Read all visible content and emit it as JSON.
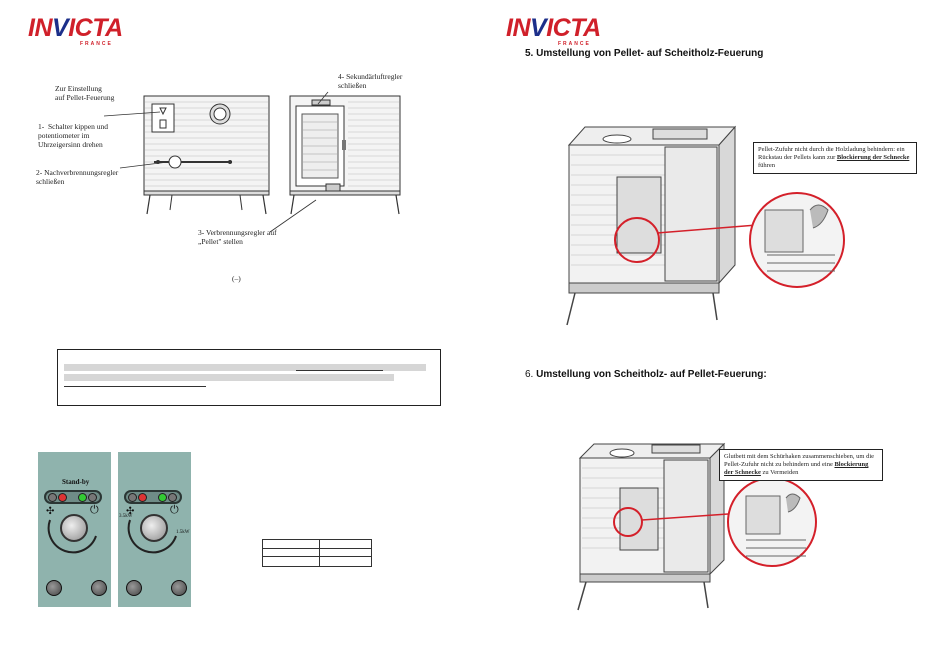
{
  "logo": {
    "text_a": "IN",
    "text_b": "V",
    "text_c": "ICTA",
    "sub": "FRANCE"
  },
  "left": {
    "pellet_setting": "Zur Einstellung\nauf Pellet-Feuerung",
    "step1": "1-  Schalter kippen und\npotentiometer im\nUhrzeigersinn drehen",
    "step2": "2- Nachverbrennungsregler\nschließen",
    "step3": "3- Verbrennungsregler auf\n„Pellet\" stellen",
    "step4": "4- Sekundärluftregler\nschließen",
    "figure_mark": "(–)",
    "panel1_label": "Stand-by",
    "panel2_label_left": "3.5kW",
    "panel2_label_right": "1.5kW"
  },
  "right": {
    "heading5": "5.  Umstellung von Pellet- auf Scheitholz-Feuerung",
    "callout5_text": "Pellet-Zufuhr nicht durch die Holzladung behindern: ein Rückstau der Pellets kann zur",
    "callout5_bold": "Blockierung der Schnecke",
    "callout5_tail": " führen",
    "heading6_num": "6.",
    "heading6": "Umstellung von Scheitholz- auf Pellet-Feuerung:",
    "callout6_text": "Glutbett mit dem Schürhaken zusammenschieben, um die Pellet-Zufuhr nicht zu behindern und eine",
    "callout6_bold": "Blockierung der Schnecke",
    "callout6_tail": " zu Vermeiden"
  },
  "colors": {
    "brand_red": "#d0202a",
    "brand_blue": "#1c2f8a",
    "panel_green": "#8fb3ad",
    "highlight_red": "#d4202a"
  }
}
